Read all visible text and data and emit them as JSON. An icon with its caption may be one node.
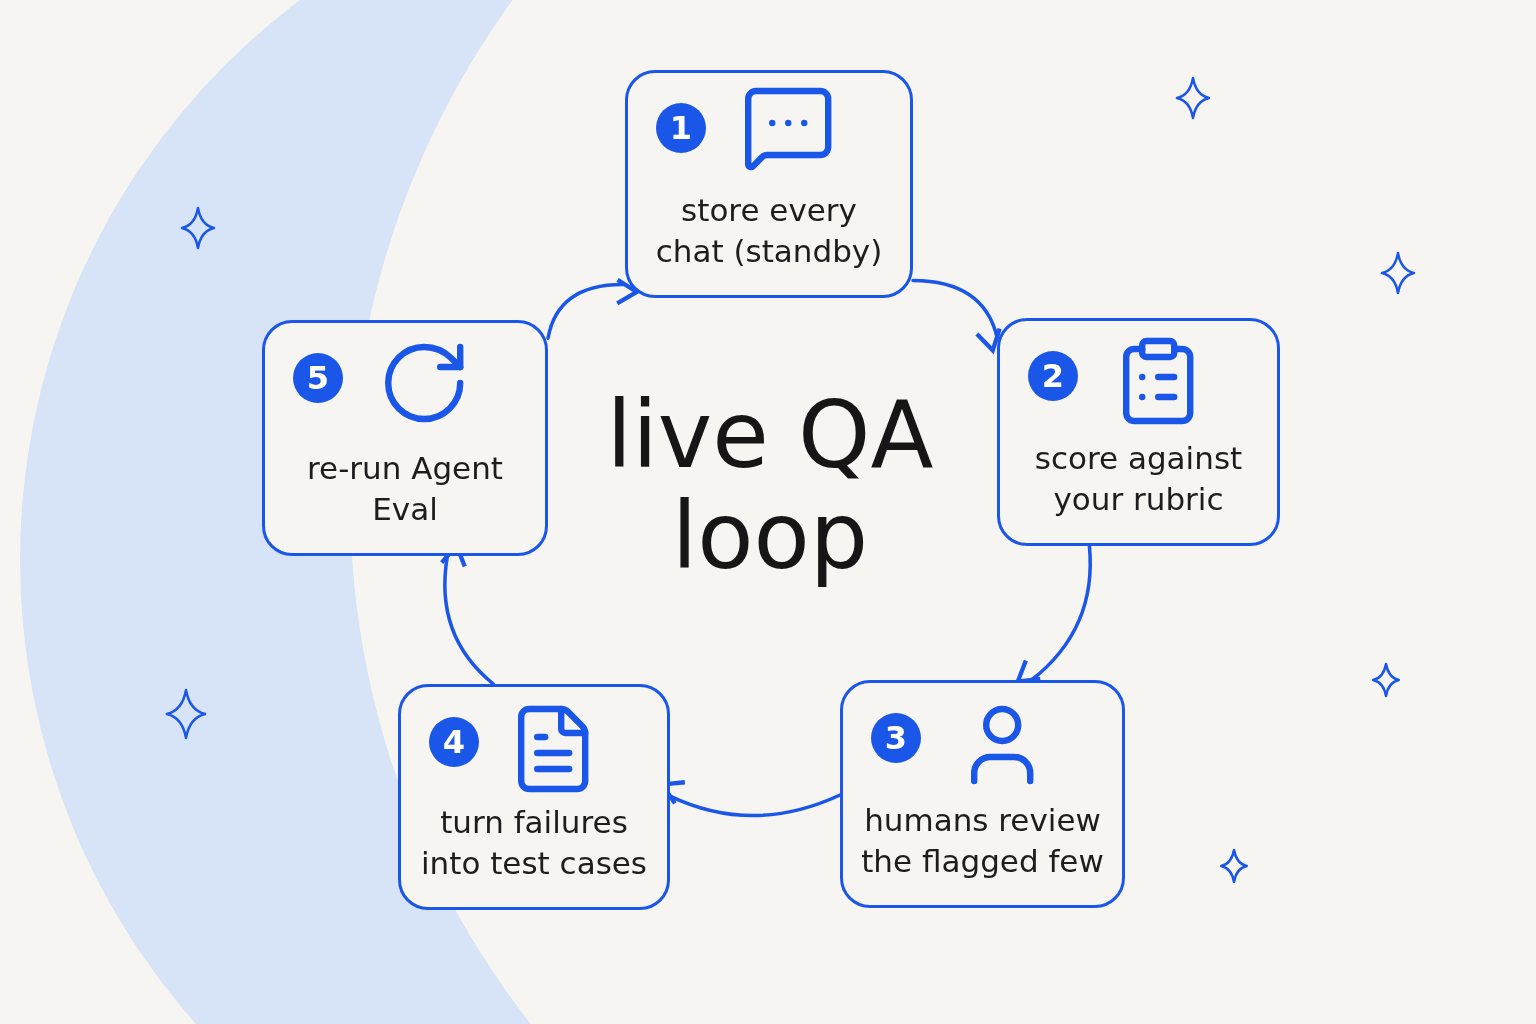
{
  "diagram": {
    "title": "live QA loop",
    "nodes": [
      {
        "text": [
          "1",
          "store every chat (standby)"
        ]
      },
      {
        "text": [
          "2",
          "score against your rubric"
        ]
      },
      {
        "text": [
          "3",
          "humans review the flagged few"
        ]
      },
      {
        "text": [
          "4",
          "turn failures into test cases"
        ]
      },
      {
        "text": [
          "5",
          "re-run Agent Eval"
        ]
      }
    ],
    "edges": [
      {
        "from": 0,
        "to": 1,
        "arrow": "to"
      },
      {
        "from": 1,
        "to": 2,
        "arrow": "to"
      },
      {
        "from": 2,
        "to": 3,
        "arrow": "to"
      },
      {
        "from": 3,
        "to": 4,
        "arrow": "to"
      },
      {
        "from": 4,
        "to": 0,
        "arrow": "to"
      }
    ]
  }
}
